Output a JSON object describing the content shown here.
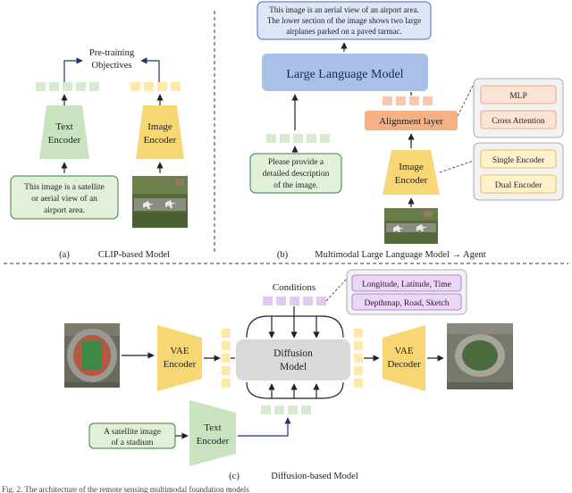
{
  "panel_a": {
    "pretraining_line1": "Pre-training",
    "pretraining_line2": "Objectives",
    "text_encoder_line1": "Text",
    "text_encoder_line2": "Encoder",
    "image_encoder_line1": "Image",
    "image_encoder_line2": "Encoder",
    "caption_lines": [
      "This image is a satellite",
      "or aerial view of an",
      "airport area."
    ],
    "label": "(a)",
    "title": "CLIP-based Model"
  },
  "panel_b": {
    "output_lines": [
      "This image is an aerial view of an airport area.",
      "The lower section of the image shows two large",
      "airplanes parked on a paved tarmac."
    ],
    "llm_label": "Large Language Model",
    "alignment_label": "Alignment layer",
    "mlp_label": "MLP",
    "cross_attention_label": "Cross Attention",
    "prompt_lines": [
      "Please provide a",
      "detailed description",
      "of the image."
    ],
    "image_encoder_line1": "Image",
    "image_encoder_line2": "Encoder",
    "single_encoder_label": "Single Encoder",
    "dual_encoder_label": "Dual Encoder",
    "label": "(b)",
    "title": "Multimodal Large Language Model → Agent"
  },
  "panel_c": {
    "conditions_label": "Conditions",
    "cond1": "Longitude, Latitude, Time",
    "cond2": "Depthmap, Road, Sketch",
    "vae_encoder_line1": "VAE",
    "vae_encoder_line2": "Encoder",
    "diffusion_line1": "Diffusion",
    "diffusion_line2": "Model",
    "vae_decoder_line1": "VAE",
    "vae_decoder_line2": "Decoder",
    "text_encoder_line1": "Text",
    "text_encoder_line2": "Encoder",
    "caption_lines": [
      "A satellite image",
      "of a stadium"
    ],
    "label": "(c)",
    "title": "Diffusion-based Model"
  },
  "footer_text": "Fig. 2. The architecture of the remote sensing multimodal foundation models"
}
